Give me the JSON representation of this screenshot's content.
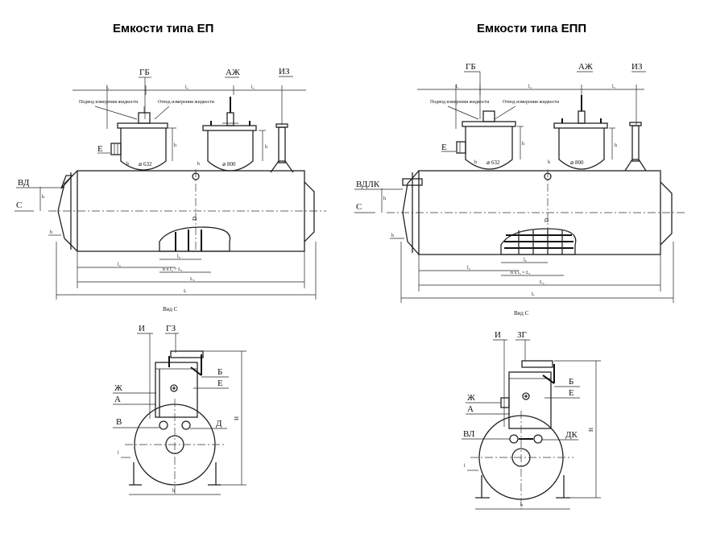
{
  "left": {
    "title": "Емкости типа ЕП",
    "side": {
      "labels": {
        "gb": "ГБ",
        "azh": "АЖ",
        "iz": "ИЗ",
        "e": "Е",
        "vd": "ВД",
        "c": "С"
      },
      "dims": {
        "l1": "l₁",
        "l2": "l₂",
        "l3": "l₃",
        "d1": "⌀ 632",
        "d2": "⌀ 800",
        "b": "b",
        "h": "h",
        "d": "D",
        "bot1": "l₄",
        "bot2": "n x l₅ = L₁",
        "bot3": "l₆",
        "L2": "L₂",
        "L": "L"
      },
      "notes": {
        "n1": "Подвод измерения жидкости",
        "n2": "Отвод измерения жидкости"
      }
    },
    "view_caption": "Вид С",
    "end": {
      "labels": {
        "i": "И",
        "gz": "ГЗ",
        "b": "Б",
        "e": "Е",
        "zh": "Ж",
        "a": "А",
        "v": "В",
        "d": "Д",
        "H": "H",
        "l": "l",
        "b2": "b"
      }
    }
  },
  "right": {
    "title": "Емкости типа ЕПП",
    "side": {
      "labels": {
        "gb": "ГБ",
        "azh": "АЖ",
        "iz": "ИЗ",
        "e": "Е",
        "vd": "ВДЛК",
        "c": "С"
      },
      "dims": {
        "l1": "l₁",
        "l2": "l₂",
        "l3": "l₃",
        "d1": "⌀ 632",
        "d2": "⌀ 800",
        "b": "b",
        "h": "h",
        "d": "D",
        "bot1": "l₄",
        "bot2": "n x l₅ = L₁",
        "bot3": "l₆",
        "L2": "L₂",
        "L": "L"
      },
      "notes": {
        "n1": "Подвод измерения жидкости",
        "n2": "Отвод измерения жидкости"
      }
    },
    "view_caption": "Вид С",
    "end": {
      "labels": {
        "i": "И",
        "gz": "ЗГ",
        "b": "Б",
        "e": "Е",
        "zh": "Ж",
        "a": "А",
        "v": "ВЛ",
        "d": "ДК",
        "H": "H",
        "l": "l",
        "b2": "b"
      }
    }
  }
}
